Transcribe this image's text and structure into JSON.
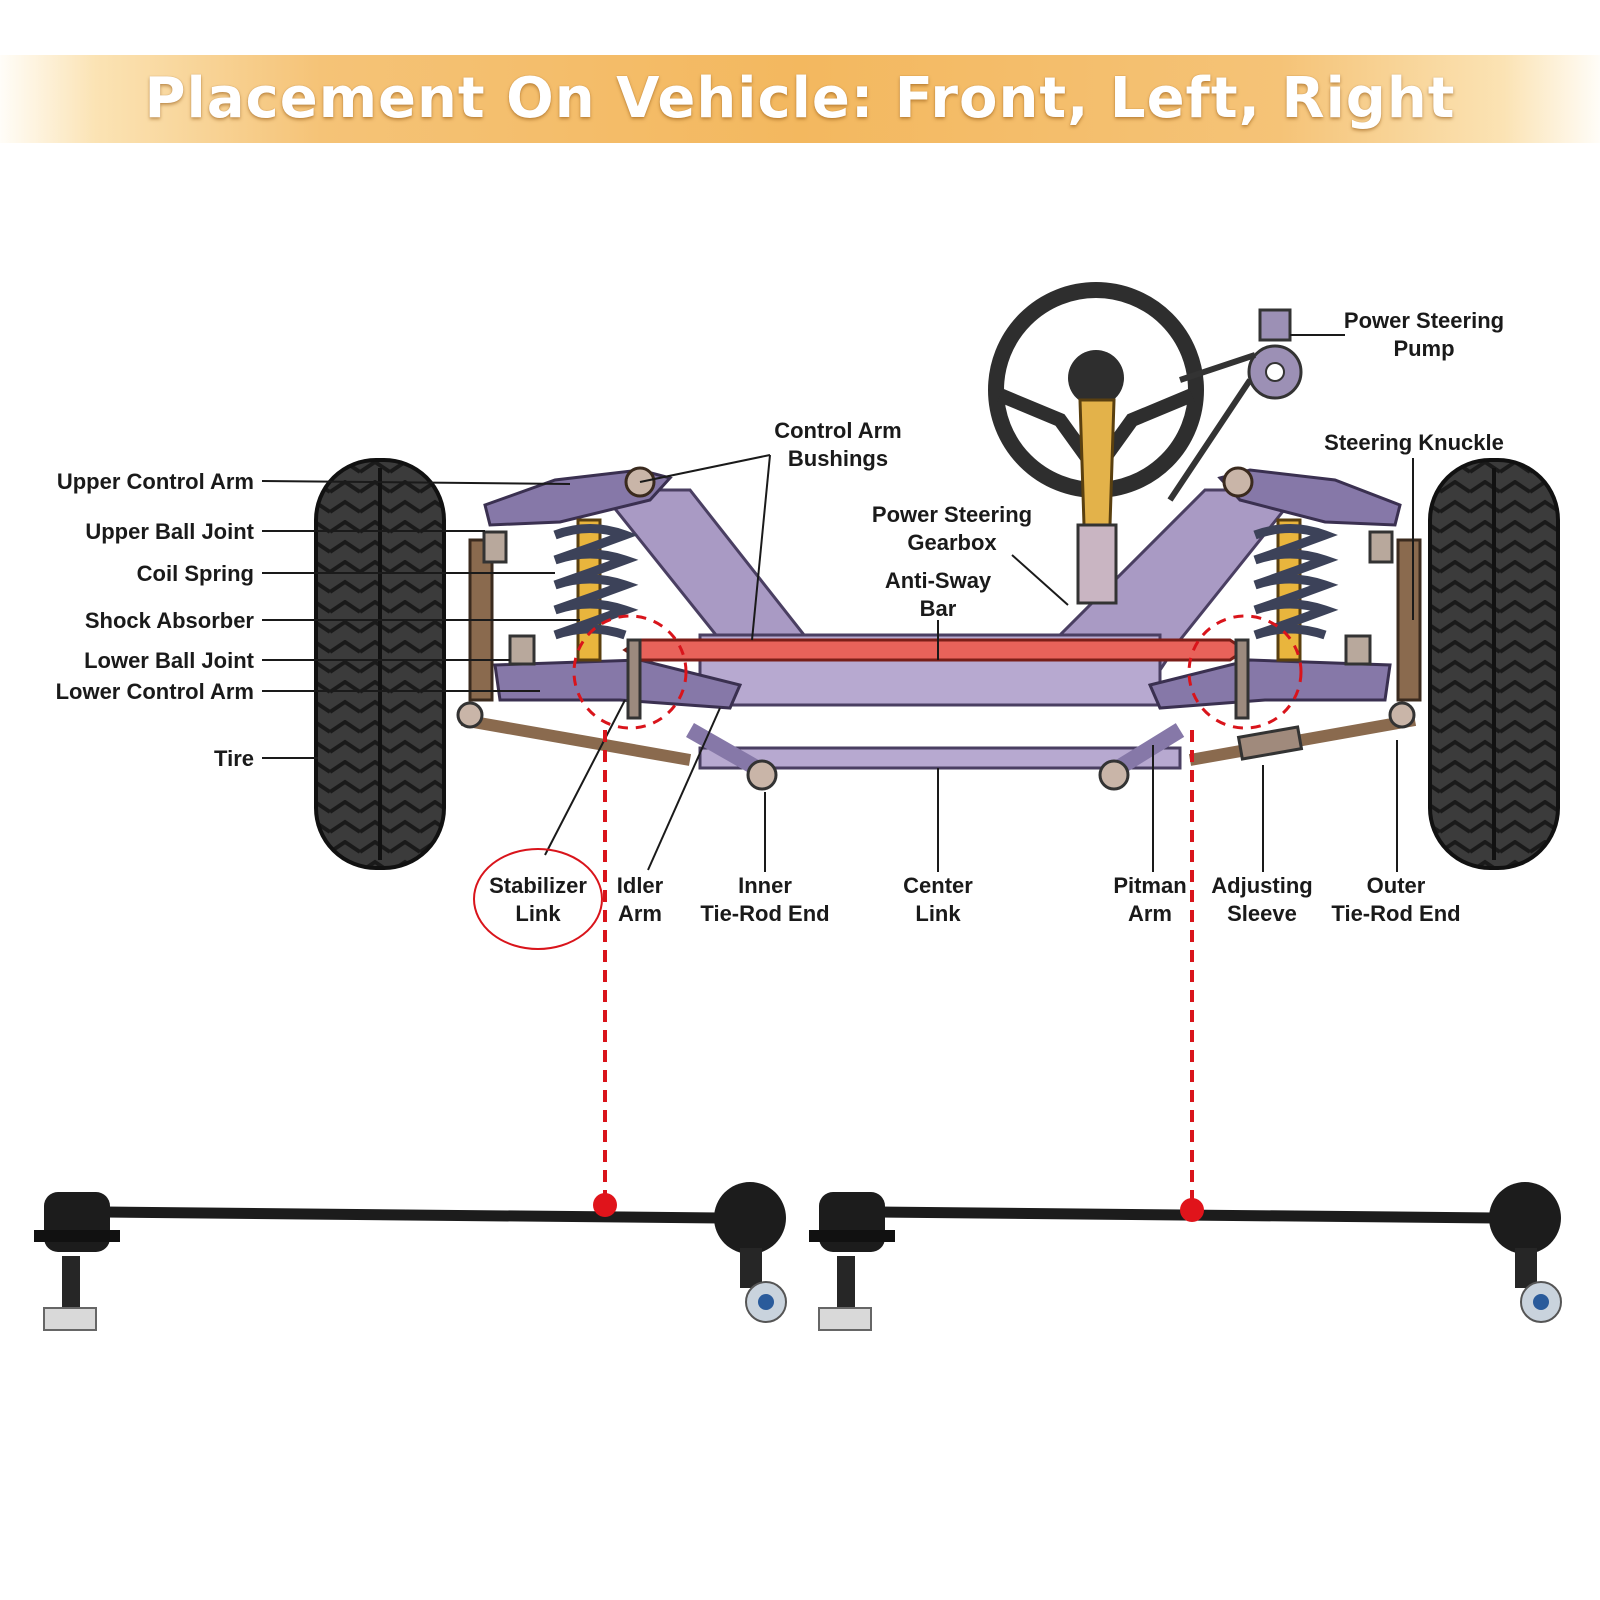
{
  "title": "Placement On Vehicle: Front, Left, Right",
  "labels": {
    "upper_control_arm": "Upper Control Arm",
    "upper_ball_joint": "Upper Ball Joint",
    "coil_spring": "Coil Spring",
    "shock_absorber": "Shock Absorber",
    "lower_ball_joint": "Lower Ball Joint",
    "lower_control_arm": "Lower Control Arm",
    "tire": "Tire",
    "control_arm_bushings_1": "Control Arm",
    "control_arm_bushings_2": "Bushings",
    "power_steering_gearbox_1": "Power Steering",
    "power_steering_gearbox_2": "Gearbox",
    "anti_sway_bar_1": "Anti-Sway",
    "anti_sway_bar_2": "Bar",
    "power_steering_pump_1": "Power Steering",
    "power_steering_pump_2": "Pump",
    "steering_knuckle": "Steering Knuckle",
    "stabilizer_link_1": "Stabilizer",
    "stabilizer_link_2": "Link",
    "idler_arm_1": "Idler",
    "idler_arm_2": "Arm",
    "inner_tie_rod_end_1": "Inner",
    "inner_tie_rod_end_2": "Tie-Rod End",
    "center_link_1": "Center",
    "center_link_2": "Link",
    "pitman_arm_1": "Pitman",
    "pitman_arm_2": "Arm",
    "adjusting_sleeve_1": "Adjusting",
    "adjusting_sleeve_2": "Sleeve",
    "outer_tie_rod_end_1": "Outer",
    "outer_tie_rod_end_2": "Tie-Rod End"
  },
  "colors": {
    "banner": "#f3b85f",
    "frame": "#a99ac4",
    "frame_dark": "#6d5f8a",
    "anti_sway_bar": "#e8625a",
    "highlight": "#d9141b",
    "tire": "#3b3b3b",
    "knuckle": "#8a6a4e",
    "shock": "#e9b53d",
    "spring": "#3c4259",
    "link": "#1c1c1c"
  }
}
